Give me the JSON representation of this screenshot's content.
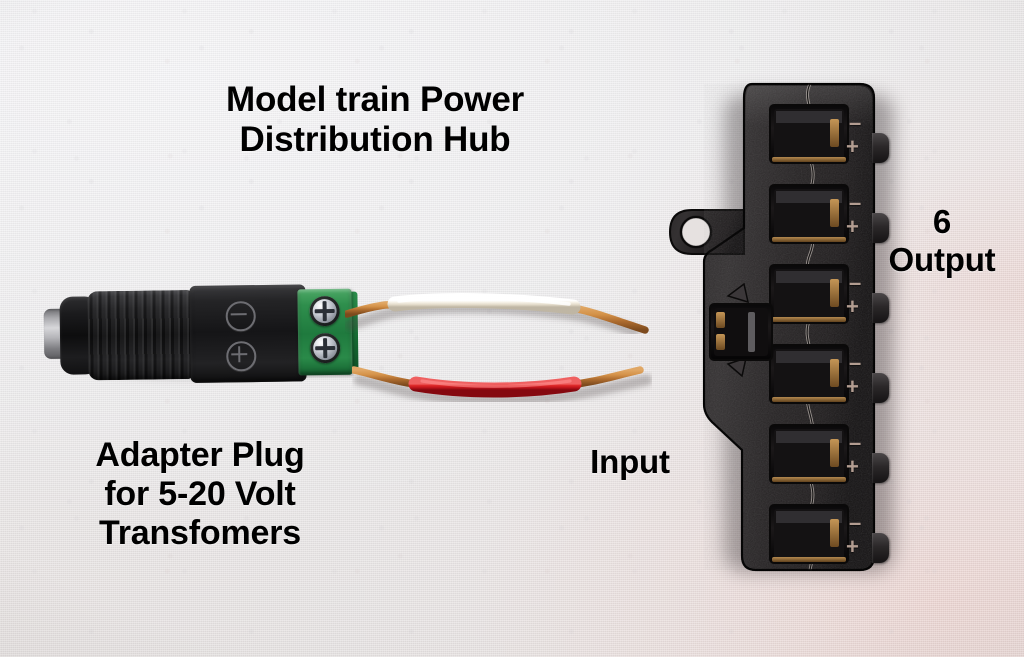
{
  "image": {
    "subject": "Model train power distribution hub with adapter plug and two jumper wires",
    "background_color": "#ecebec",
    "background_warm_tint": "#eccbc6"
  },
  "captions": {
    "title": "Model train Power\nDistribution Hub",
    "adapter": "Adapter Plug\nfor 5-20 Volt\nTransfomers",
    "input": "Input",
    "output": "6\nOutput"
  },
  "adapter_plug": {
    "label": "Adapter Plug",
    "barrel_jack_color": "#141415",
    "terminal_block_color": "#1f7a3e",
    "screw_color": "#b8bcc4",
    "polarity_symbols": [
      "minus-in-circle",
      "plus-in-circle"
    ],
    "screw_count": 2
  },
  "wires": [
    {
      "name": "white-wire",
      "insulation_color": "#f2ede2",
      "conductor_color": "#c07a3a"
    },
    {
      "name": "red-wire",
      "insulation_color": "#cc1a1f",
      "conductor_color": "#c07a3a"
    }
  ],
  "hub": {
    "body_color": "#232021",
    "marking_color": "#b39d91",
    "output_count": 6,
    "input_count": 1,
    "mounting_holes": 1,
    "terminal_marks": [
      {
        "minus": "–",
        "plus": "+"
      },
      {
        "minus": "–",
        "plus": "+"
      },
      {
        "minus": "–",
        "plus": "+"
      },
      {
        "minus": "–",
        "plus": "+"
      },
      {
        "minus": "–",
        "plus": "+"
      },
      {
        "minus": "–",
        "plus": "+"
      }
    ]
  }
}
